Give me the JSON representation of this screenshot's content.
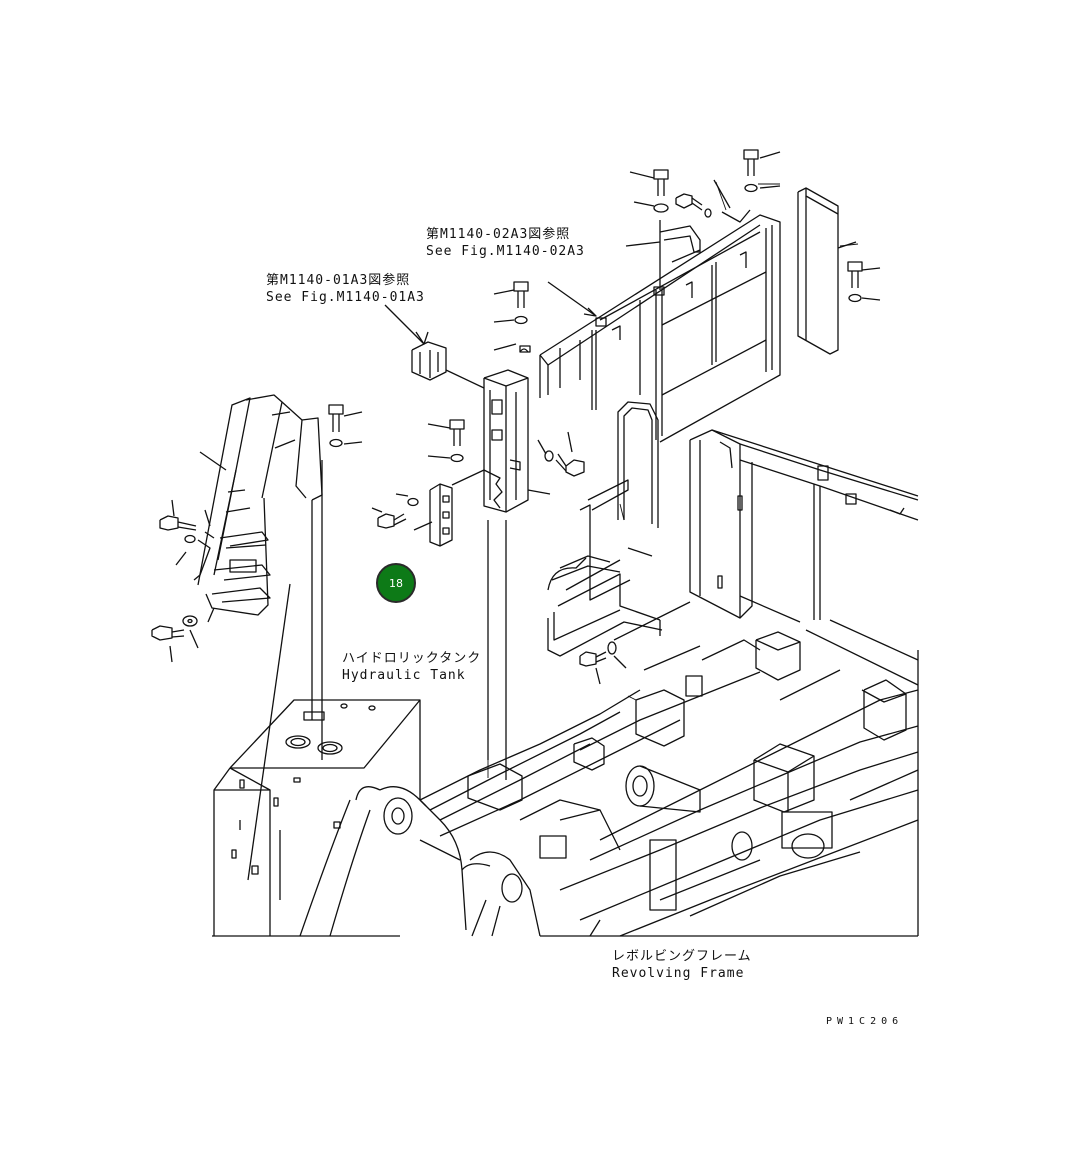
{
  "labels": {
    "ref_02a3_jp": "第M1140-02A3図参照",
    "ref_02a3_en": "See Fig.M1140-02A3",
    "ref_01a3_jp": "第M1140-01A3図参照",
    "ref_01a3_en": "See Fig.M1140-01A3",
    "hydraulic_tank_jp": "ハイドロリックタンク",
    "hydraulic_tank_en": "Hydraulic Tank",
    "revolving_frame_jp": "レボルビングフレーム",
    "revolving_frame_en": "Revolving Frame",
    "drawing_code": "PW1C206"
  },
  "callout": {
    "number": "18",
    "color": "#0d7a17"
  }
}
